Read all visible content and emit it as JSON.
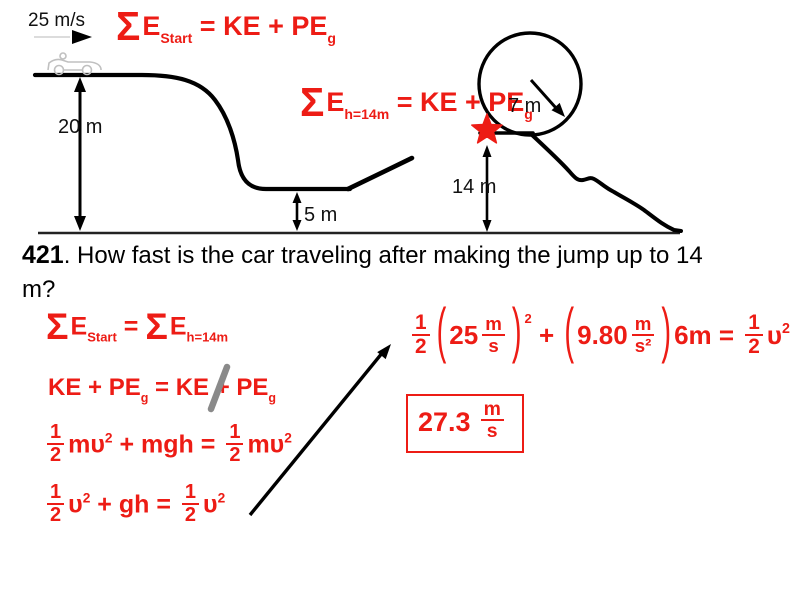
{
  "question": {
    "number": "421",
    "line1": ". How fast is the car traveling after making the jump up to 14",
    "line2": "m?"
  },
  "diagram": {
    "labels": {
      "speed": "25 m/s",
      "start_height": "20 m",
      "valley_height": "5 m",
      "jump_height": "14 m",
      "loop_radius": "7 m"
    }
  },
  "equations": {
    "top_start": {
      "sigma": "Σ",
      "e": "E",
      "sub": "Start",
      "rhs": " = KE + PE",
      "sub_g": "g"
    },
    "top_h14": {
      "sigma": "Σ",
      "e": "E",
      "sub": "h=14m",
      "rhs": " = KE + PE",
      "sub_g": "g"
    },
    "work_line1": {
      "sigma1": "Σ",
      "e1": "E",
      "sub1": "Start",
      "equals": " = ",
      "sigma2": "Σ",
      "e2": "E",
      "sub2": "h=14m"
    },
    "work_line2": {
      "t1": "KE + PE",
      "g1": "g",
      "t2": " = KE + PE",
      "g2": "g"
    },
    "work_line3": {
      "f1n": "1",
      "f1d": "2",
      "t1": "mυ",
      "s1": "2",
      "t2": " + mgh = ",
      "f2n": "1",
      "f2d": "2",
      "t3": "mυ",
      "s2": "2"
    },
    "work_line4": {
      "f1n": "1",
      "f1d": "2",
      "t1": "υ",
      "s1": "2",
      "t2": " + gh = ",
      "f2n": "1",
      "f2d": "2",
      "t3": "υ",
      "s2": "2"
    },
    "calc": {
      "f1n": "1",
      "f1d": "2",
      "lp1": "(",
      "v": "25",
      "u1n": "m",
      "u1d": "s",
      "rp1": ")",
      "sq1": "2",
      "plus": " + ",
      "lp2": "(",
      "g": "9.80",
      "u2n": "m",
      "u2d": "s²",
      "rp2": ")",
      "h": "6m",
      "eq": " = ",
      "f2n": "1",
      "f2d": "2",
      "t": "υ",
      "s2": "2"
    },
    "answer": {
      "value": "27.3",
      "un": "m",
      "ud": "s"
    }
  },
  "colors": {
    "equation_red": "#ED1C15",
    "track_black": "#000000",
    "ground_gray": "#222222",
    "slash_gray": "#8A8A8A",
    "car_gray": "#C0C0C0"
  }
}
